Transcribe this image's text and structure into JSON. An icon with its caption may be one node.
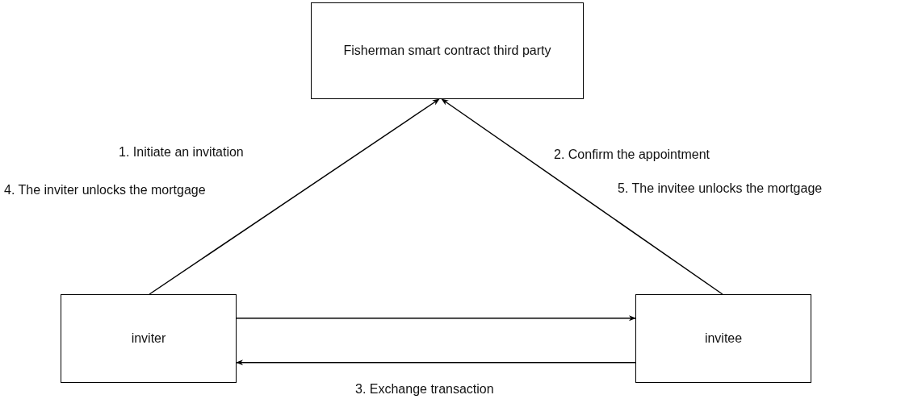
{
  "diagram": {
    "nodes": [
      {
        "text": [
          "Fisherman smart contract third party"
        ]
      },
      {
        "text": [
          "inviter"
        ]
      },
      {
        "text": [
          "invitee"
        ]
      }
    ],
    "edges": [
      {
        "from": 1,
        "to": 0,
        "arrow": "to"
      },
      {
        "from": 2,
        "to": 0,
        "arrow": "to"
      },
      {
        "from": 1,
        "to": 2,
        "arrow": "to"
      },
      {
        "from": 2,
        "to": 1,
        "arrow": "to"
      }
    ],
    "labels": [
      "1. Initiate an invitation",
      "2. Confirm the appointment",
      "4. The inviter unlocks the mortgage",
      "5. The invitee unlocks the mortgage",
      "3. Exchange transaction"
    ]
  }
}
